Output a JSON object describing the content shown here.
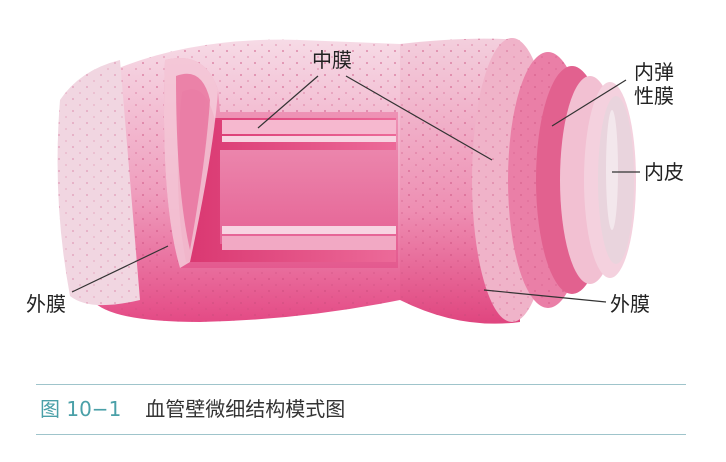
{
  "labels": {
    "media": "中膜",
    "internal_elastic_line1": "内弹",
    "internal_elastic_line2": "性膜",
    "intima": "内皮",
    "adventitia_left": "外膜",
    "adventitia_right": "外膜"
  },
  "caption": {
    "figure_number": "图 10−1",
    "title": "血管壁微细结构模式图"
  },
  "colors": {
    "outer_light": "#f3d3e0",
    "pink": "#e8508a",
    "deep_pink": "#d8336f",
    "caption_accent": "#4aa0a8"
  }
}
